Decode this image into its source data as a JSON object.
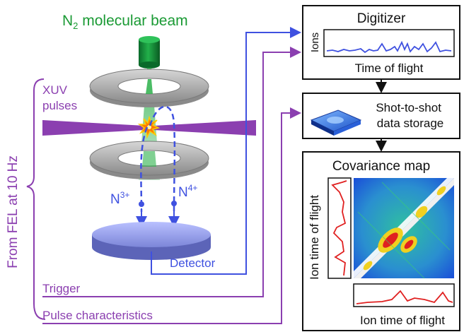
{
  "title": {
    "text": "N",
    "sub": "2",
    "rest": " molecular beam"
  },
  "labels": {
    "xuv_line1": "XUV",
    "xuv_line2": "pulses",
    "ion_left": "N",
    "ion_left_sup": "3+",
    "ion_right": "N",
    "ion_right_sup": "4+",
    "detector": "Detector",
    "trigger": "Trigger",
    "pulse_characteristics": "Pulse characteristics",
    "from_fel": "From FEL at 10 Hz"
  },
  "boxes": {
    "digitizer": {
      "title": "Digitizer",
      "ylabel": "Ions",
      "xlabel": "Time of flight"
    },
    "storage": {
      "line1": "Shot-to-shot",
      "line2": "data storage"
    },
    "covariance": {
      "title": "Covariance map",
      "ylabel": "Ion time of flight",
      "xlabel": "Ion time of flight"
    }
  },
  "colors": {
    "green": "#1a9a34",
    "purple": "#8b3fb0",
    "blue": "#3f51e0",
    "dark": "#111111"
  }
}
